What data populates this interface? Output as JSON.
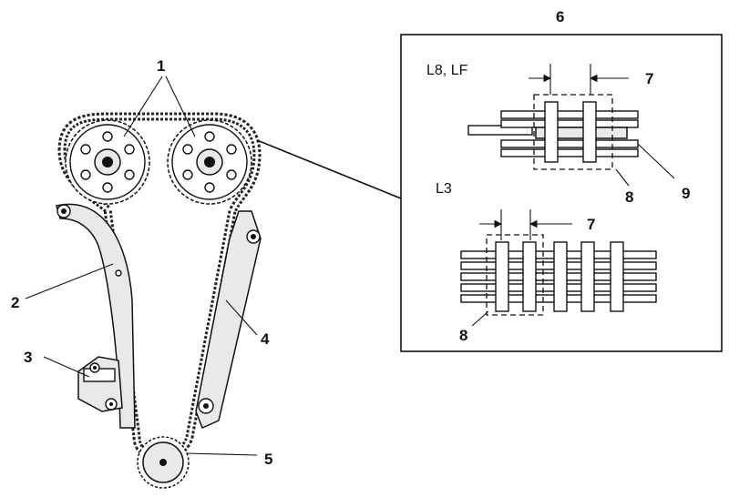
{
  "callouts": {
    "c1": "1",
    "c2": "2",
    "c3": "3",
    "c4": "4",
    "c5": "5",
    "c6": "6",
    "c7_top": "7",
    "c7_bottom": "7",
    "c8_top": "8",
    "c8_bottom": "8",
    "c9": "9"
  },
  "inset": {
    "variant_top": "L8, LF",
    "variant_bottom": "L3"
  }
}
